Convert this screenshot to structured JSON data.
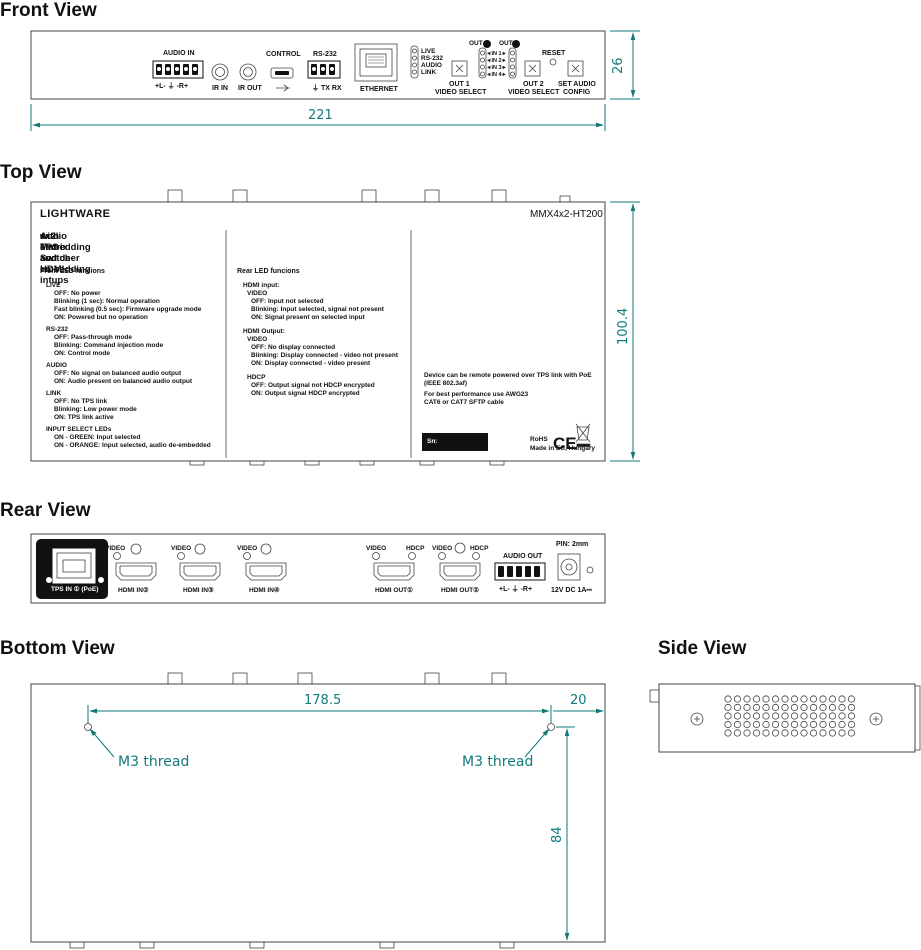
{
  "views": {
    "front": "Front View",
    "top": "Top View",
    "rear": "Rear View",
    "bottom": "Bottom View",
    "side": "Side View"
  },
  "front": {
    "audio_in": "AUDIO IN",
    "audio_in_pins": "+L- ⏚ -R+",
    "ir_in": "IR IN",
    "ir_out": "IR OUT",
    "control": "CONTROL",
    "rs232": "RS-232",
    "rs232_pins": "⏚ TX RX",
    "ethernet": "ETHERNET",
    "leds": [
      "LIVE",
      "RS-232",
      "AUDIO",
      "LINK"
    ],
    "out1_heading": "OUT 1",
    "out2_heading": "OUT 2",
    "in_labels": [
      "◄IN 1►",
      "◄IN 2►",
      "◄IN 3►",
      "◄IN 4►"
    ],
    "reset": "RESET",
    "out1_video_select_1": "OUT 1",
    "out1_video_select_2": "VIDEO SELECT",
    "out2_video_select_1": "OUT 2",
    "out2_video_select_2": "VIDEO SELECT",
    "set_audio_1": "SET AUDIO",
    "set_audio_2": "CONFIG",
    "dim_width": "221",
    "dim_height": "26"
  },
  "top": {
    "brand": "LIGHTWARE",
    "model": "MMX4x2-HT200",
    "title_lines": [
      "4x2 Matrix Switcher",
      "with TPS and HDMI intups",
      "Audio embedding and de-embedding"
    ],
    "front_led_heading": "Front LED funcions",
    "front_led": [
      {
        "h": "LIVE",
        "lines": [
          "OFF: No power",
          "Blinking (1 sec): Normal operation",
          "Fast blinking (0.5 sec): Firmware upgrade mode",
          "ON: Powered but no operation"
        ]
      },
      {
        "h": "RS-232",
        "lines": [
          "OFF: Pass-through mode",
          "Blinking: Command injection mode",
          "ON: Control mode"
        ]
      },
      {
        "h": "AUDIO",
        "lines": [
          "OFF: No signal on balanced audio output",
          "ON: Audio present on balanced audio output"
        ]
      },
      {
        "h": "LINK",
        "lines": [
          "OFF: No TPS link",
          "Blinking: Low power mode",
          "ON: TPS link active"
        ]
      },
      {
        "h": "INPUT SELECT LEDs",
        "lines": [
          "ON - GREEN: Input selected",
          "ON - ORANGE: Input selected, audio de-embedded"
        ]
      }
    ],
    "rear_led_heading": "Rear LED funcions",
    "rear_led": [
      {
        "h": "HDMI input:",
        "sub": "VIDEO",
        "lines": [
          "OFF: Input not selected",
          "Blinking: Input selected, signal not present",
          "ON: Signal present on selected input"
        ]
      },
      {
        "h": "HDMI Output:",
        "sub": "VIDEO",
        "lines": [
          "OFF: No display connected",
          "Blinking: Display connected - video not present",
          "ON: Display connected - video present"
        ]
      },
      {
        "h": "",
        "sub": "HDCP",
        "lines": [
          "OFF: Output signal not HDCP encrypted",
          "ON: Output signal HDCP encrypted"
        ]
      }
    ],
    "poe_lines": [
      "Device can be remote powered over TPS link with PoE",
      "(IEEE 802.3af)"
    ],
    "cable_lines": [
      "For best performance use AWG23",
      "CAT6 or CAT7 SFTP cable"
    ],
    "serial_label": "Sn:",
    "rohs": "RoHS",
    "ce": "CE",
    "made_in": "Made in EU, Hungary",
    "dim_depth": "100.4"
  },
  "rear": {
    "tps_in": "TPS IN ① (PoE)",
    "video": "VIDEO",
    "hdcp": "HDCP",
    "hdmi_in_2": "HDMI IN②",
    "hdmi_in_3": "HDMI IN③",
    "hdmi_in_4": "HDMI IN④",
    "hdmi_out_1": "HDMI OUT①",
    "hdmi_out_2": "HDMI OUT②",
    "audio_out": "AUDIO OUT",
    "audio_out_pins": "+L- ⏚ -R+",
    "pin": "PIN: 2mm",
    "power": "12V DC 1A⎓"
  },
  "bottom": {
    "dim_span": "178.5",
    "dim_edge": "20",
    "dim_vertical": "84",
    "thread_left": "M3 thread",
    "thread_right": "M3 thread"
  },
  "colors": {
    "dimension": "#127a7a",
    "outline": "#444444",
    "label": "#111111"
  }
}
